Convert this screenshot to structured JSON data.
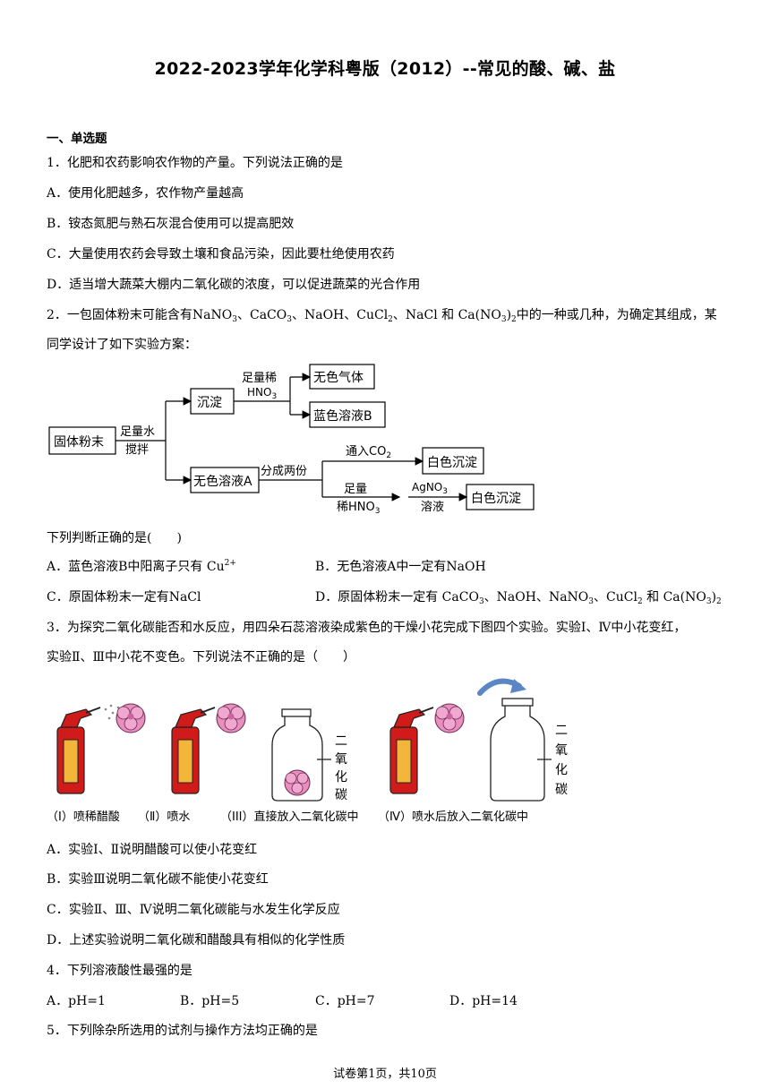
{
  "title": "2022-2023学年化学科粤版（2012）--常见的酸、碱、盐",
  "section1": "一、单选题",
  "q1": {
    "stem": "1．化肥和农药影响农作物的产量。下列说法正确的是",
    "a": "A．使用化肥越多，农作物产量越高",
    "b": "B．铵态氮肥与熟石灰混合使用可以提高肥效",
    "c": "C．大量使用农药会导致土壤和食品污染，因此要杜绝使用农药",
    "d": "D．适当增大蔬菜大棚内二氧化碳的浓度，可以促进蔬菜的光合作用"
  },
  "q2": {
    "stem_l1_a": "2．一包固体粉末可能含有",
    "stem_l1_b": "中的一种或几种，为确定其组成，某",
    "stem_l2": "同学设计了如下实验方案：",
    "judge": "下列判断正确的是(　　)",
    "a_pre": "A．蓝色溶液B中阳离子只有",
    "b": "B．无色溶液A中一定有NaOH",
    "c": "C．原固体粉末一定有NaCl",
    "d_pre": "D．原固体粉末一定有",
    "flow": {
      "solid_powder": "固体粉末",
      "water_l1": "足量水",
      "water_l2": "搅拌",
      "precipitate": "沉淀",
      "hno3_l1": "足量稀",
      "hno3_l2": "HNO",
      "colorless_gas": "无色气体",
      "blue_solution": "蓝色溶液B",
      "colorless_solution": "无色溶液A",
      "split": "分成两份",
      "co2_label": "通入CO",
      "white_ppt_1": "白色沉淀",
      "acid_l1": "足量",
      "acid_l2": "稀HNO",
      "agno3_l1": "AgNO",
      "agno3_l2": "溶液",
      "white_ppt_2": "白色沉淀"
    }
  },
  "q3": {
    "stem_l1": "3．为探究二氧化碳能否和水反应，用四朵石蕊溶液染成紫色的干燥小花完成下图四个实验。实验Ⅰ、Ⅳ中小花变红，",
    "stem_l2": "实验Ⅱ、Ⅲ中小花不变色。下列说法不正确的是（　　）",
    "fig": {
      "cap1": "（I）喷稀醋酸",
      "cap2": "（Ⅱ）喷水",
      "cap3": "（III）直接放入二氧化碳中",
      "cap4": "（Ⅳ）喷水后放入二氧化碳中",
      "co2_c1": "二",
      "co2_c2": "氧",
      "co2_c3": "化",
      "co2_c4": "碳"
    },
    "a": "A．实验Ⅰ、Ⅱ说明醋酸可以使小花变红",
    "b": "B．实验Ⅲ说明二氧化碳不能使小花变红",
    "c": "C．实验Ⅱ、Ⅲ、Ⅳ说明二氧化碳能与水发生化学反应",
    "d": "D．上述实验说明二氧化碳和醋酸具有相似的化学性质"
  },
  "q4": {
    "stem": "4．下列溶液酸性最强的是",
    "a": "A．pH=1",
    "b": "B．pH=5",
    "c": "C．pH=7",
    "d": "D．pH=14"
  },
  "q5": {
    "stem": "5．下列除杂所选用的试剂与操作方法均正确的是"
  },
  "footer": "试卷第1页，共10页"
}
